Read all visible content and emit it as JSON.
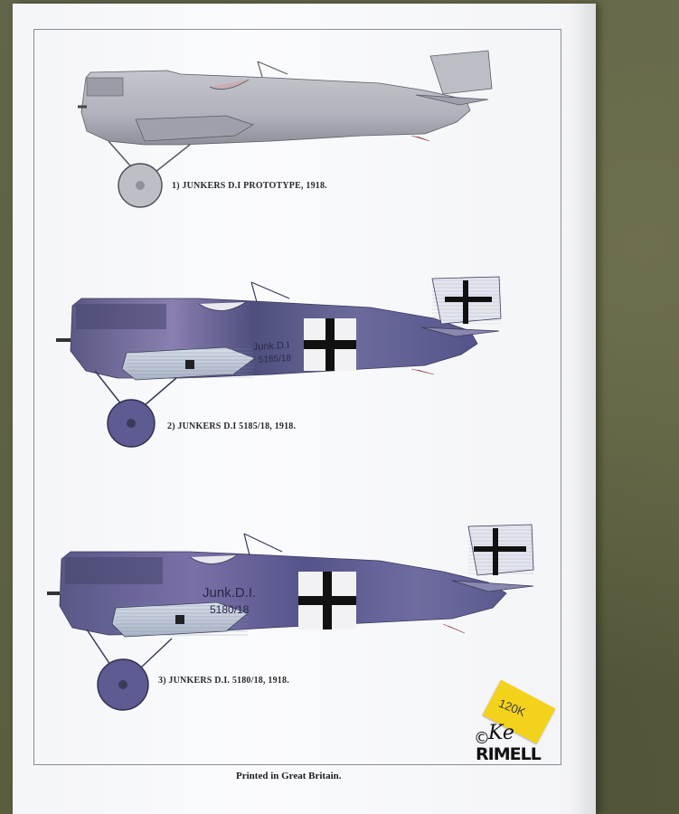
{
  "page": {
    "background_color": "#5f6142",
    "paper_color": "#f7f8fa"
  },
  "plates": [
    {
      "caption": "1) JUNKERS D.I PROTOTYPE, 1918.",
      "fuselage_color": "#b2b4bd",
      "markings": ""
    },
    {
      "caption": "2) JUNKERS D.I 5185/18, 1918.",
      "fuselage_color": "#5c5b8e",
      "markings": "Junk.D.I 5185/18"
    },
    {
      "caption": "3) JUNKERS D.I. 5180/18, 1918.",
      "fuselage_color": "#5c5b8e",
      "markings": "Junk.D.I. 5180/18"
    }
  ],
  "footer": {
    "printed": "Printed in Great Britain."
  },
  "logo": {
    "copyright": "©",
    "name": "RIMELL"
  },
  "sticker": {
    "price": "120K",
    "color": "#f3d21c"
  }
}
